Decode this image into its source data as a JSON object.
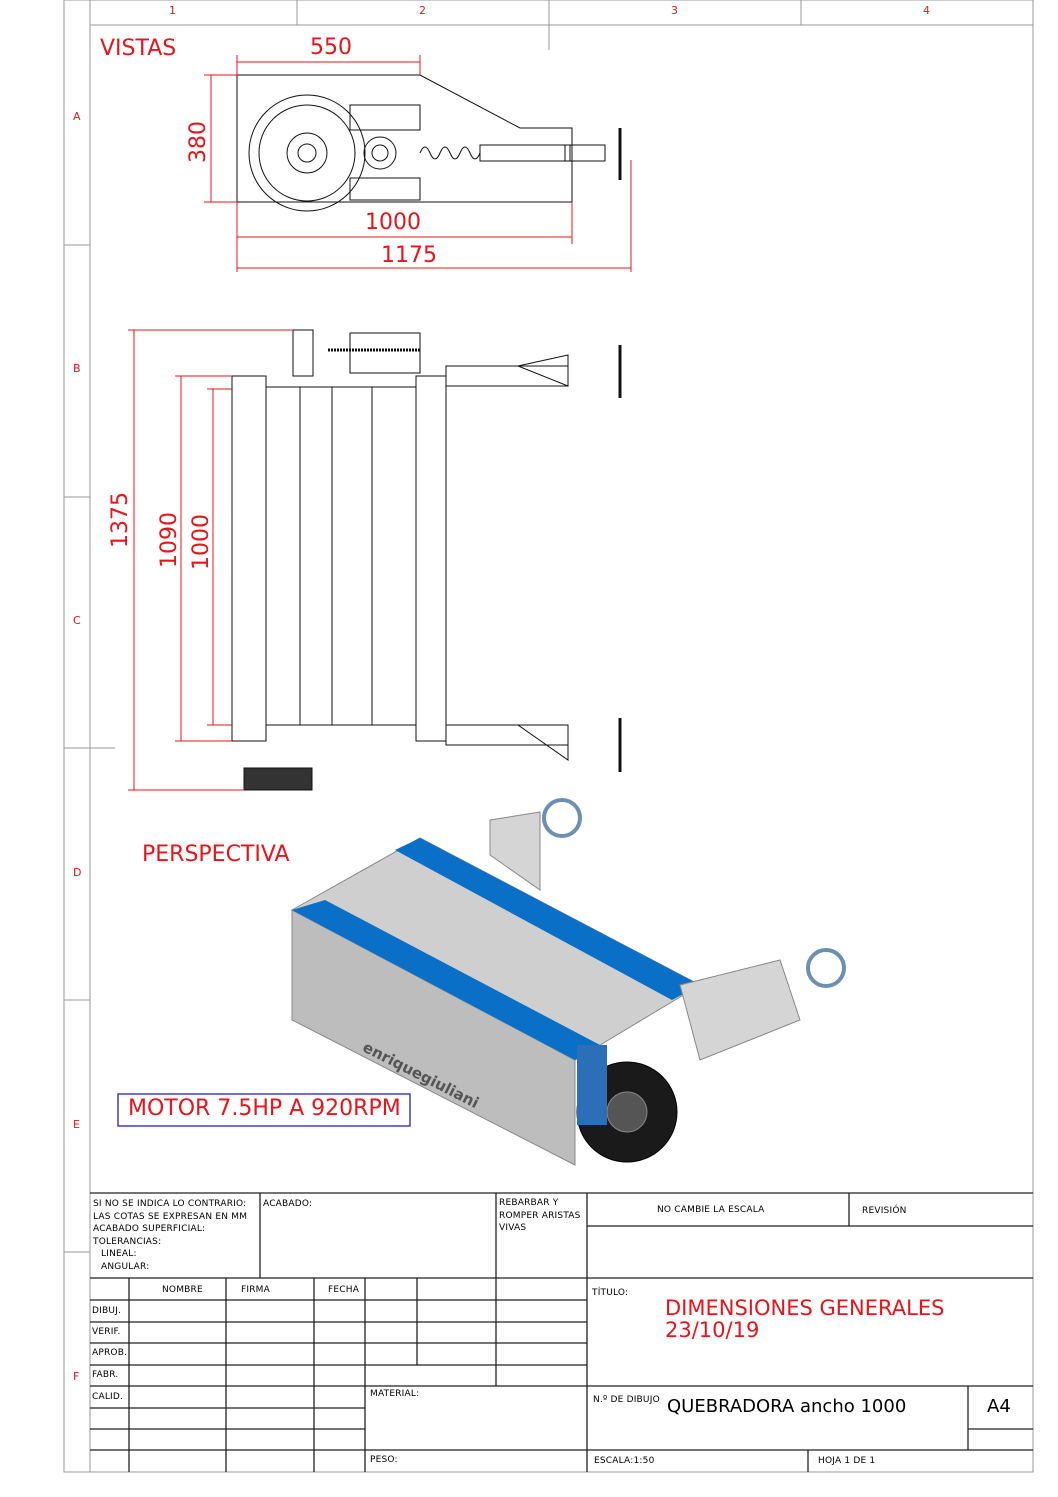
{
  "zone_columns": [
    "1",
    "2",
    "3",
    "4"
  ],
  "zone_rows": [
    "A",
    "B",
    "C",
    "D",
    "E",
    "F"
  ],
  "views": {
    "vistas_label": "VISTAS",
    "perspectiva_label": "PERSPECTIVA",
    "motor_note": "MOTOR 7.5HP A 920RPM",
    "logo_text": "enriquegiuliani"
  },
  "dimensions": {
    "top_width": "550",
    "top_height": "380",
    "top_length_1000": "1000",
    "top_length_1175": "1175",
    "front_1375": "1375",
    "front_1090": "1090",
    "front_1000": "1000"
  },
  "title_block": {
    "notes": [
      "SI NO SE INDICA LO CONTRARIO:",
      "LAS COTAS SE EXPRESAN EN MM",
      "ACABADO SUPERFICIAL:",
      "TOLERANCIAS:",
      "LINEAL:",
      "ANGULAR:"
    ],
    "acabado": "ACABADO:",
    "rebarbar": [
      "REBARBAR Y",
      "ROMPER ARISTAS",
      "VIVAS"
    ],
    "no_cambie": "NO CAMBIE LA ESCALA",
    "revision": "REVISIÓN",
    "headers": {
      "nombre": "NOMBRE",
      "firma": "FIRMA",
      "fecha": "FECHA"
    },
    "roles": [
      "DIBUJ.",
      "VERIF.",
      "APROB.",
      "FABR.",
      "CALID."
    ],
    "material": "MATERIAL:",
    "peso": "PESO:",
    "titulo_label": "TÍTULO:",
    "title_line1": "DIMENSIONES GENERALES",
    "title_line2": "23/10/19",
    "drawing_no_label": "N.º DE DIBUJO",
    "drawing_no": "QUEBRADORA ancho 1000",
    "sheet_size": "A4",
    "escala": "ESCALA:1:50",
    "hoja": "HOJA 1 DE 1"
  },
  "colors": {
    "dimension": "#e8141b",
    "accent_blue": "#0a6fc7",
    "note_box": "#2020c0"
  }
}
